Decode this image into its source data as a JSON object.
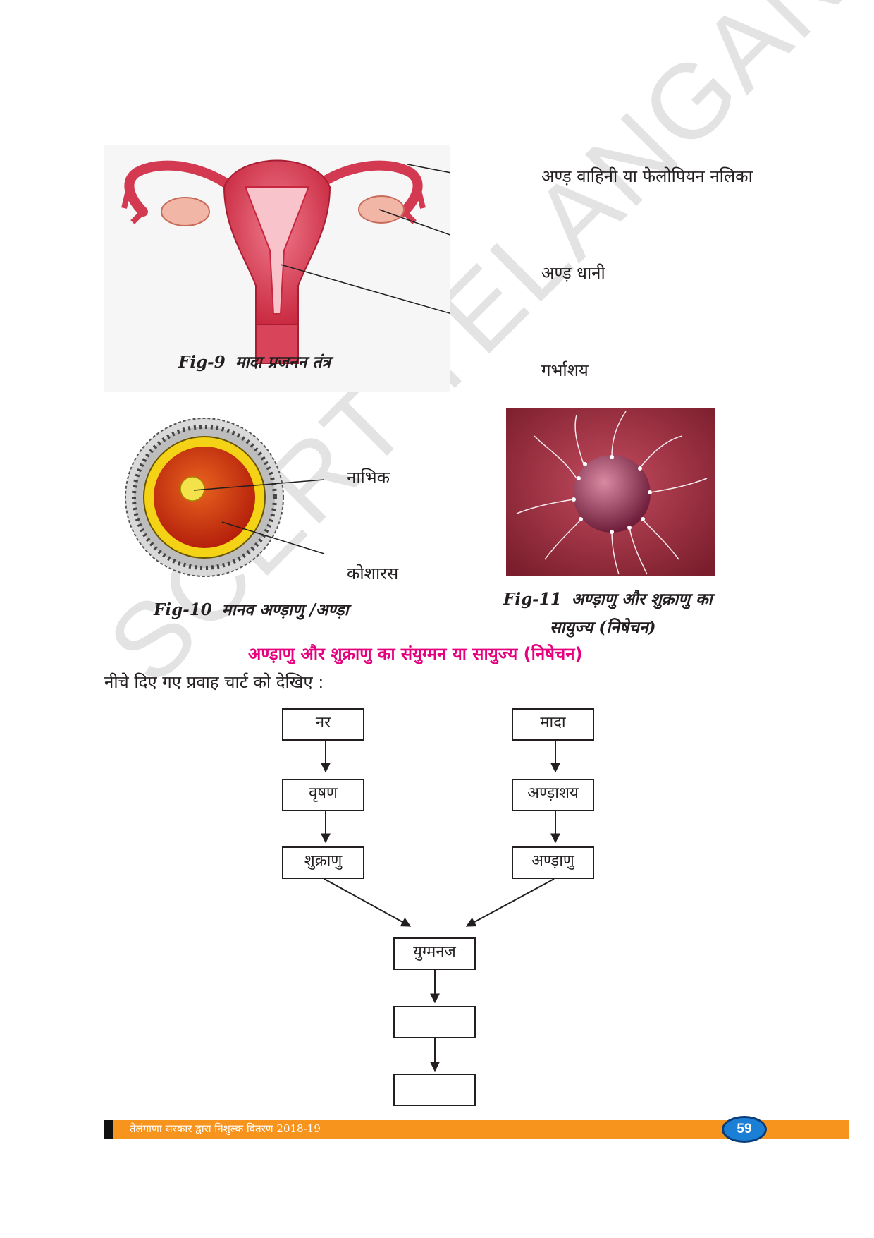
{
  "watermark": "SCERT TELANGANA",
  "fig9": {
    "number": "Fig-9",
    "caption": "मादा प्रजनन तंत्र",
    "labels": [
      "अण्ड़ वाहिनी या फेलोपियन नलिका",
      "अण्ड़ धानी",
      "गर्भाशय"
    ]
  },
  "fig10": {
    "number": "Fig-10",
    "caption": "मानव अण्ड़ाणु /अण्ड़ा",
    "labels": [
      "नाभिक",
      "कोशारस"
    ]
  },
  "fig11": {
    "number": "Fig-11",
    "caption_line1": "अण्ड़ाणु और शुक्राणु का",
    "caption_line2": "सायुज्य (निषेचन)"
  },
  "section_heading": "अण्ड़ाणु और शुक्राणु का संयुग्मन या सायुज्य (निषेचन)",
  "instruction": "नीचे दिए गए प्रवाह चार्ट को देखिए :",
  "flowchart": {
    "male": [
      "नर",
      "वृषण",
      "शुक्राणु"
    ],
    "female": [
      "मादा",
      "अण्ड़ाशय",
      "अण्ड़ाणु"
    ],
    "zygote": "युग्मनज",
    "blank_boxes": [
      "",
      ""
    ]
  },
  "footer": {
    "text": "तेलंगाणा सरकार द्वारा निशुल्क वितरण 2018-19",
    "page_number": "59"
  },
  "colors": {
    "heading": "#e6007e",
    "footer_bar": "#f7941d",
    "page_badge": "#1c7fd6"
  }
}
